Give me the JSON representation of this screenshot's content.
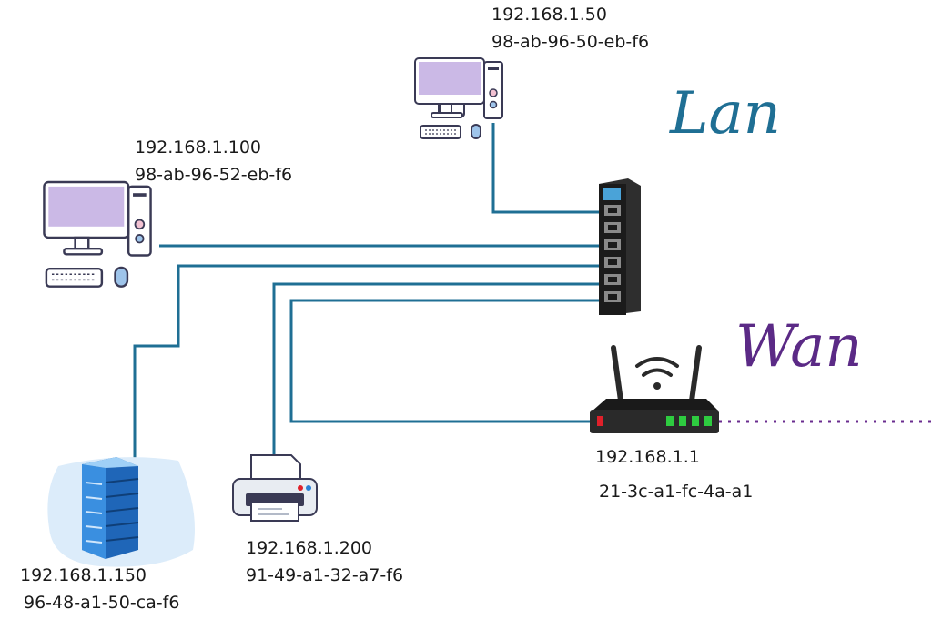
{
  "labels": {
    "top_pc_ip": "192.168.1.50",
    "top_pc_mac": "98-ab-96-50-eb-f6",
    "left_pc_ip": "192.168.1.100",
    "left_pc_mac": "98-ab-96-52-eb-f6",
    "router_ip": "192.168.1.1",
    "router_mac": "21-3c-a1-fc-4a-a1",
    "printer_ip": "192.168.1.200",
    "printer_mac": "91-49-a1-32-a7-f6",
    "server_ip": "192.168.1.150",
    "server_mac": "96-48-a1-50-ca-f6",
    "lan": "Lan",
    "wan": "Wan"
  },
  "colors": {
    "cable": "#1f6f94",
    "lan_text": "#1f6f94",
    "wan_text": "#5b2a86",
    "wan_link": "#6a2c8f",
    "pc_monitor": "#cbb9e6",
    "pc_outline": "#3a3a55",
    "switch_body": "#1b1b1b",
    "router_body": "#2a2a2a",
    "router_led_green": "#2ecc40",
    "router_led_red": "#e0202a",
    "server_blue": "#2b7fd4",
    "server_glow": "#cfe4f7",
    "printer_body": "#e8ecf2"
  },
  "icons": [
    "desktop-computer-icon",
    "network-switch-icon",
    "wifi-router-icon",
    "server-rack-icon",
    "printer-icon"
  ]
}
